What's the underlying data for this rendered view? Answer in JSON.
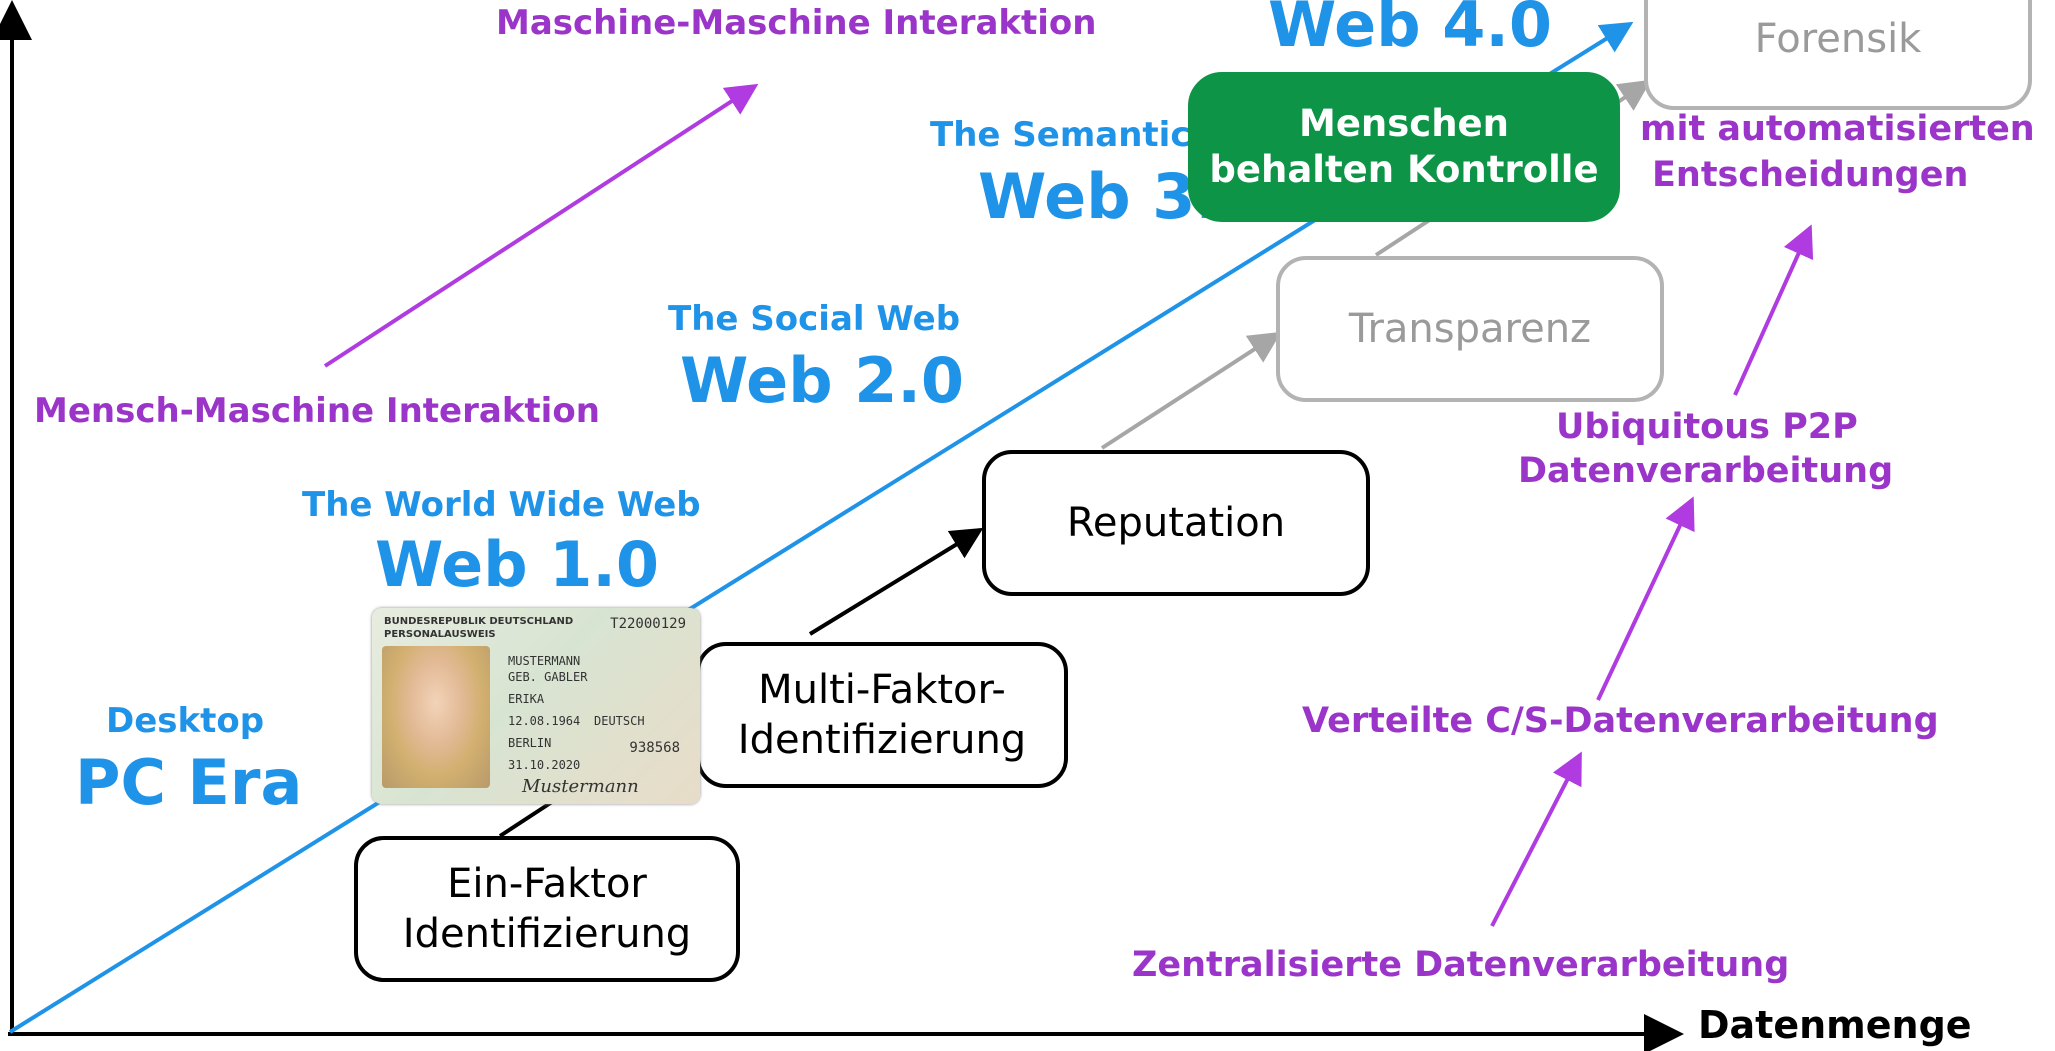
{
  "axes": {
    "x_label": "Datenmenge"
  },
  "eras": [
    {
      "title": "Desktop",
      "name": "PC Era"
    },
    {
      "title": "The World Wide Web",
      "name": "Web 1.0"
    },
    {
      "title": "The Social Web",
      "name": "Web 2.0"
    },
    {
      "title": "The Semantic Web",
      "name": "Web 3.0"
    },
    {
      "title": "",
      "name": "Web 4.0"
    }
  ],
  "interaction": {
    "lower": "Mensch-Maschine Interaktion",
    "upper": "Maschine-Maschine Interaktion"
  },
  "identity_steps": {
    "ein_faktor": "Ein-Faktor Identifizierung",
    "multi_faktor": "Multi-Faktor-Identifizierung",
    "reputation": "Reputation",
    "transparenz": "Transparenz",
    "forensik": "Forensik",
    "kontrolle": "Menschen behalten Kontrolle"
  },
  "processing": {
    "zentral": "Zentralisierte Datenverarbeitung",
    "verteilt": "Verteilte C/S-Datenverarbeitung",
    "p2p_1": "Ubiquitous P2P",
    "p2p_2": "Datenverarbeitung",
    "auto_1": "mit automatisierten",
    "auto_2": "Entscheidungen"
  },
  "id_card": {
    "header": "BUNDESREPUBLIK DEUTSCHLAND",
    "doc_type": "PERSONALAUSWEIS",
    "number": "T22000129",
    "surname": "MUSTERMANN",
    "birth_name": "GEB. GABLER",
    "given": "ERIKA",
    "dob": "12.08.1964",
    "nationality": "DEUTSCH",
    "place": "BERLIN",
    "expiry": "31.10.2020",
    "can": "938568",
    "signature": "Mustermann"
  },
  "colors": {
    "blue": "#1e93e8",
    "purple": "#9b35c9",
    "green": "#0e9447",
    "gray": "#b3b3b3"
  }
}
